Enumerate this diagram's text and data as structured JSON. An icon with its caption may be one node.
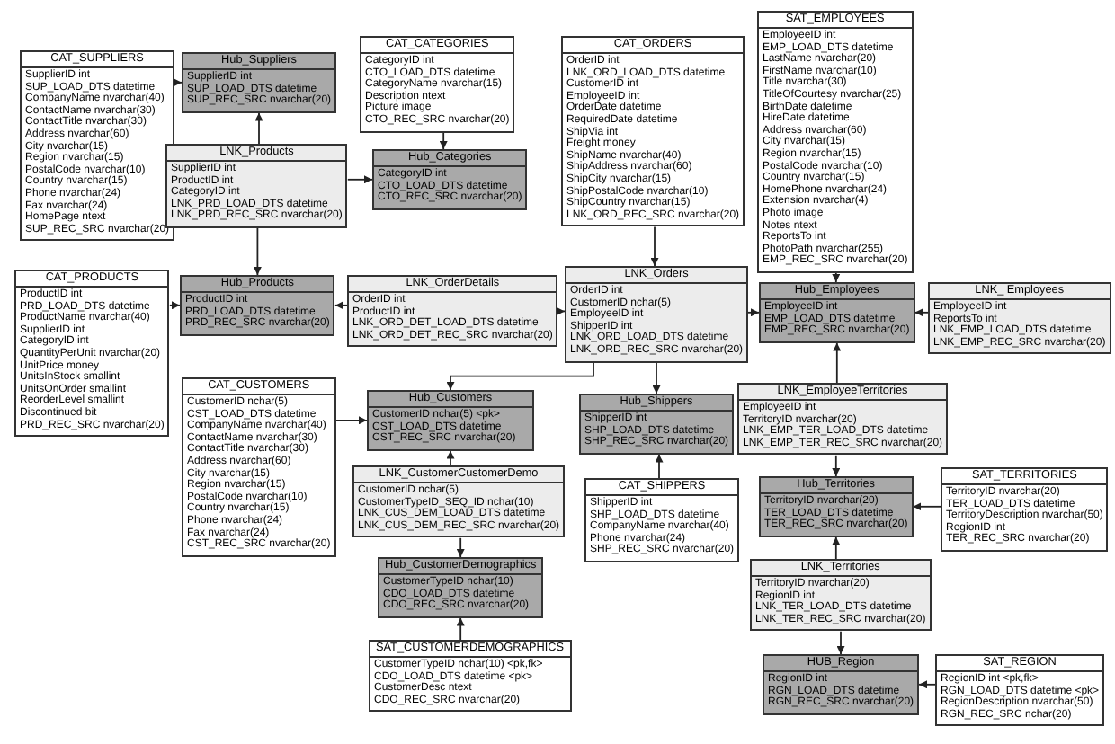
{
  "diagram": {
    "nodes": [
      {
        "text": [
          "CAT_SUPPLIERS",
          "SupplierID int",
          "SUP_LOAD_DTS datetime",
          "CompanyName nvarchar(40)",
          "ContactName nvarchar(30)",
          "ContactTitle nvarchar(30)",
          "Address nvarchar(60)",
          "City nvarchar(15)",
          "Region nvarchar(15)",
          "PostalCode nvarchar(10)",
          "Country nvarchar(15)",
          "Phone nvarchar(24)",
          "Fax nvarchar(24)",
          "HomePage ntext",
          "SUP_REC_SRC nvarchar(20)"
        ]
      },
      {
        "text": [
          "Hub_Suppliers",
          "SupplierID int",
          "SUP_LOAD_DTS datetime",
          "SUP_REC_SRC nvarchar(20)"
        ]
      },
      {
        "text": [
          "CAT_CATEGORIES",
          "CategoryID int",
          "CTO_LOAD_DTS datetime",
          "CategoryName nvarchar(15)",
          "Description ntext",
          "Picture image",
          "CTO_REC_SRC nvarchar(20)"
        ]
      },
      {
        "text": [
          "CAT_ORDERS",
          "OrderID int",
          "LNK_ORD_LOAD_DTS datetime",
          "CustomerID int",
          "EmployeeID int",
          "OrderDate datetime",
          "RequiredDate datetime",
          "ShipVia int",
          "Freight money",
          "ShipName nvarchar(40)",
          "ShipAddress nvarchar(60)",
          "ShipCity nvarchar(15)",
          "ShipPostalCode nvarchar(10)",
          "ShipCountry nvarchar(15)",
          "LNK_ORD_REC_SRC nvarchar(20)"
        ]
      },
      {
        "text": [
          "SAT_EMPLOYEES",
          "EmployeeID int",
          "EMP_LOAD_DTS datetime",
          "LastName nvarchar(20)",
          "FirstName nvarchar(10)",
          "Title nvarchar(30)",
          "TitleOfCourtesy nvarchar(25)",
          "BirthDate datetime",
          "HireDate datetime",
          "Address nvarchar(60)",
          "City nvarchar(15)",
          "Region nvarchar(15)",
          "PostalCode nvarchar(10)",
          "Country nvarchar(15)",
          "HomePhone nvarchar(24)",
          "Extension nvarchar(4)",
          "Photo image",
          "Notes ntext",
          "ReportsTo int",
          "PhotoPath nvarchar(255)",
          "EMP_REC_SRC nvarchar(20)"
        ]
      },
      {
        "text": [
          "LNK_Products",
          "SupplierID int",
          "ProductID int",
          "CategoryID int",
          "LNK_PRD_LOAD_DTS datetime",
          "LNK_PRD_REC_SRC nvarchar(20)"
        ]
      },
      {
        "text": [
          "Hub_Categories",
          "CategoryID int",
          "CTO_LOAD_DTS datetime",
          "CTO_REC_SRC nvarchar(20)"
        ]
      },
      {
        "text": [
          "CAT_PRODUCTS",
          "ProductID int",
          "PRD_LOAD_DTS datetime",
          "ProductName nvarchar(40)",
          "SupplierID int",
          "CategoryID int",
          "QuantityPerUnit nvarchar(20)",
          "UnitPrice money",
          "UnitsInStock smallint",
          "UnitsOnOrder smallint",
          "ReorderLevel smallint",
          "Discontinued bit",
          "PRD_REC_SRC nvarchar(20)"
        ]
      },
      {
        "text": [
          "Hub_Products",
          "ProductID int",
          "PRD_LOAD_DTS datetime",
          "PRD_REC_SRC nvarchar(20)"
        ]
      },
      {
        "text": [
          "LNK_OrderDetails",
          "OrderID int",
          "ProductID int",
          "LNK_ORD_DET_LOAD_DTS datetime",
          "LNK_ORD_DET_REC_SRC nvarchar(20)"
        ]
      },
      {
        "text": [
          "LNK_Orders",
          "OrderID int",
          "CustomerID nchar(5)",
          "EmployeeID int",
          "ShipperID int",
          "LNK_ORD_LOAD_DTS datetime",
          "LNK_ORD_REC_SRC nvarchar(20)"
        ]
      },
      {
        "text": [
          "Hub_Employees",
          "EmployeeID int",
          "EMP_LOAD_DTS datetime",
          "EMP_REC_SRC nvarchar(20)"
        ]
      },
      {
        "text": [
          "LNK_ Employees",
          "EmployeeID int",
          "ReportsTo int",
          "LNK_EMP_LOAD_DTS datetime",
          "LNK_EMP_REC_SRC nvarchar(20)"
        ]
      },
      {
        "text": [
          "CAT_CUSTOMERS",
          "CustomerID nchar(5)",
          "CST_LOAD_DTS datetime",
          "CompanyName nvarchar(40)",
          "ContactName nvarchar(30)",
          "ContactTitle nvarchar(30)",
          "Address nvarchar(60)",
          "City nvarchar(15)",
          "Region nvarchar(15)",
          "PostalCode nvarchar(10)",
          "Country nvarchar(15)",
          "Phone nvarchar(24)",
          "Fax nvarchar(24)",
          "CST_REC_SRC nvarchar(20)"
        ]
      },
      {
        "text": [
          "Hub_Customers",
          "CustomerID nchar(5) <pk>",
          "CST_LOAD_DTS datetime",
          "CST_REC_SRC nvarchar(20)"
        ]
      },
      {
        "text": [
          "Hub_Shippers",
          "ShipperID int",
          "SHP_LOAD_DTS datetime",
          "SHP_REC_SRC nvarchar(20)"
        ]
      },
      {
        "text": [
          "LNK_EmployeeTerritories",
          "EmployeeID int",
          "TerritoryID nvarchar(20)",
          "LNK_EMP_TER_LOAD_DTS datetime",
          "LNK_EMP_TER_REC_SRC nvarchar(20)"
        ]
      },
      {
        "text": [
          "LNK_CustomerCustomerDemo",
          "CustomerID nchar(5)",
          "CustomerTypeID_SEQ_ID nchar(10)",
          "LNK_CUS_DEM_LOAD_DTS datetime",
          "LNK_CUS_DEM_REC_SRC nvarchar(20)"
        ]
      },
      {
        "text": [
          "CAT_SHIPPERS",
          "ShipperID int",
          "SHP_LOAD_DTS datetime",
          "CompanyName nvarchar(40)",
          "Phone nvarchar(24)",
          "SHP_REC_SRC nvarchar(20)"
        ]
      },
      {
        "text": [
          "Hub_Territories",
          "TerritoryID nvarchar(20)",
          "TER_LOAD_DTS datetime",
          "TER_REC_SRC nvarchar(20)"
        ]
      },
      {
        "text": [
          "SAT_TERRITORIES",
          "TerritoryID nvarchar(20)",
          "TER_LOAD_DTS datetime",
          "TerritoryDescription nvarchar(50)",
          "RegionID int",
          "TER_REC_SRC nvarchar(20)"
        ]
      },
      {
        "text": [
          "Hub_CustomerDemographics",
          "CustomerTypeID nchar(10)",
          "CDO_LOAD_DTS datetime",
          "CDO_REC_SRC nvarchar(20)"
        ]
      },
      {
        "text": [
          "LNK_Territories",
          "TerritoryID nvarchar(20)",
          "RegionID int",
          "LNK_TER_LOAD_DTS datetime",
          "LNK_TER_REC_SRC nvarchar(20)"
        ]
      },
      {
        "text": [
          "SAT_CUSTOMERDEMOGRAPHICS",
          "CustomerTypeID nchar(10) <pk,fk>",
          "CDO_LOAD_DTS datetime <pk>",
          "CustomerDesc ntext",
          "CDO_REC_SRC nvarchar(20)"
        ]
      },
      {
        "text": [
          "HUB_Region",
          "RegionID int",
          "RGN_LOAD_DTS datetime",
          "RGN_REC_SRC nvarchar(20)"
        ]
      },
      {
        "text": [
          "SAT_REGION",
          "RegionID int <pk,fk>",
          "RGN_LOAD_DTS datetime <pk>",
          "RegionDescription nvarchar(50)",
          "RGN_REC_SRC nchar(20)"
        ]
      }
    ],
    "edges": [
      {
        "from": 0,
        "to": 1,
        "arrow": "to"
      },
      {
        "from": 5,
        "to": 1,
        "arrow": "to"
      },
      {
        "from": 5,
        "to": 8,
        "arrow": "to"
      },
      {
        "from": 5,
        "to": 6,
        "arrow": "to"
      },
      {
        "from": 2,
        "to": 6,
        "arrow": "to"
      },
      {
        "from": 7,
        "to": 8,
        "arrow": "to"
      },
      {
        "from": 9,
        "to": 8,
        "arrow": "to"
      },
      {
        "from": 9,
        "to": 10,
        "arrow": "to"
      },
      {
        "from": 3,
        "to": 10,
        "arrow": "to"
      },
      {
        "from": 10,
        "to": 11,
        "arrow": "to"
      },
      {
        "from": 10,
        "to": 14,
        "arrow": "to"
      },
      {
        "from": 10,
        "to": 15,
        "arrow": "to"
      },
      {
        "from": 13,
        "to": 14,
        "arrow": "to"
      },
      {
        "from": 17,
        "to": 14,
        "arrow": "to"
      },
      {
        "from": 17,
        "to": 21,
        "arrow": "to"
      },
      {
        "from": 23,
        "to": 21,
        "arrow": "to"
      },
      {
        "from": 18,
        "to": 15,
        "arrow": "to"
      },
      {
        "from": 4,
        "to": 11,
        "arrow": "to"
      },
      {
        "from": 12,
        "to": 11,
        "arrow": "to"
      },
      {
        "from": 16,
        "to": 11,
        "arrow": "to"
      },
      {
        "from": 16,
        "to": 19,
        "arrow": "to"
      },
      {
        "from": 20,
        "to": 19,
        "arrow": "to"
      },
      {
        "from": 22,
        "to": 19,
        "arrow": "to"
      },
      {
        "from": 22,
        "to": 24,
        "arrow": "to"
      },
      {
        "from": 25,
        "to": 24,
        "arrow": "to"
      }
    ]
  }
}
